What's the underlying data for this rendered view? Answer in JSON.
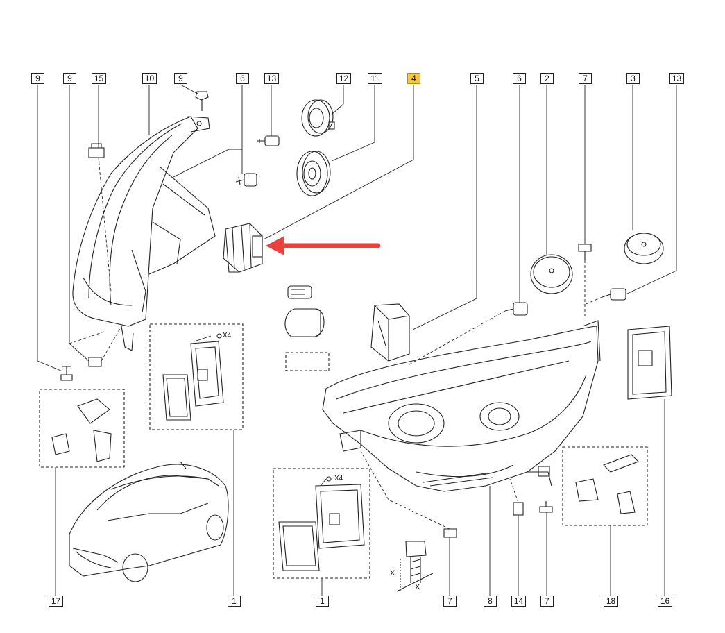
{
  "diagram": {
    "callouts_top": [
      "9",
      "9",
      "15",
      "10",
      "9",
      "6",
      "13",
      "12",
      "11",
      "4",
      "5",
      "6",
      "2",
      "7",
      "3",
      "13"
    ],
    "callouts_bottom": [
      "17",
      "1",
      "1",
      "7",
      "8",
      "14",
      "7",
      "18",
      "16"
    ],
    "highlighted_callout": "4",
    "quantity_labels": [
      "X4",
      "X4"
    ],
    "dimension_labels": [
      "X",
      "X"
    ],
    "colors": {
      "line": "#222222",
      "highlight": "#f9c53b",
      "arrow": "#e8423f"
    }
  }
}
